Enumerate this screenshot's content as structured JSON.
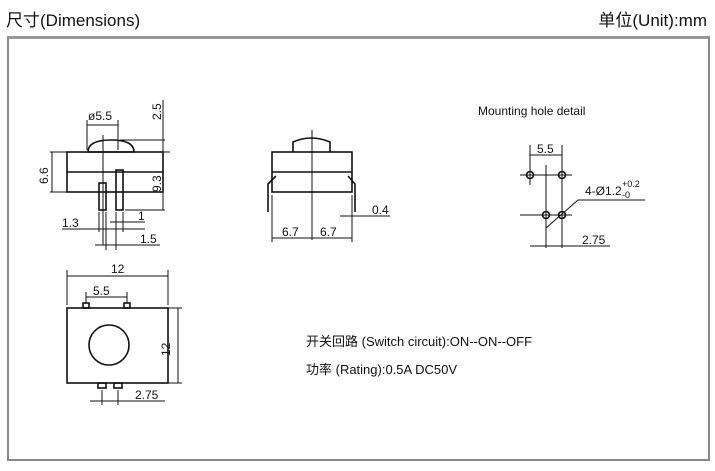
{
  "header": {
    "left": "尺寸(Dimensions)",
    "right": "单位(Unit):mm"
  },
  "side_view": {
    "dia": "ø5.5",
    "h1": "2.5",
    "h2": "9.3",
    "h3": "6.6",
    "p1": "1.3",
    "p2": "1",
    "p3": "1.5"
  },
  "front_view": {
    "w1": "6.7",
    "w2": "6.7",
    "t": "0.4"
  },
  "hole_detail": {
    "title": "Mounting  hole  detail",
    "pitch": "5.5",
    "hole": "4-Ø1.2",
    "tol_plus": "+0.2",
    "tol_minus": "-0",
    "offset": "2.75"
  },
  "top_view": {
    "w": "12",
    "inner": "5.5",
    "h": "12",
    "offset": "2.75"
  },
  "specs": {
    "circuit": "开关回路    (Switch circuit):ON--ON--OFF",
    "rating": "功率  (Rating):0.5A DC50V"
  }
}
